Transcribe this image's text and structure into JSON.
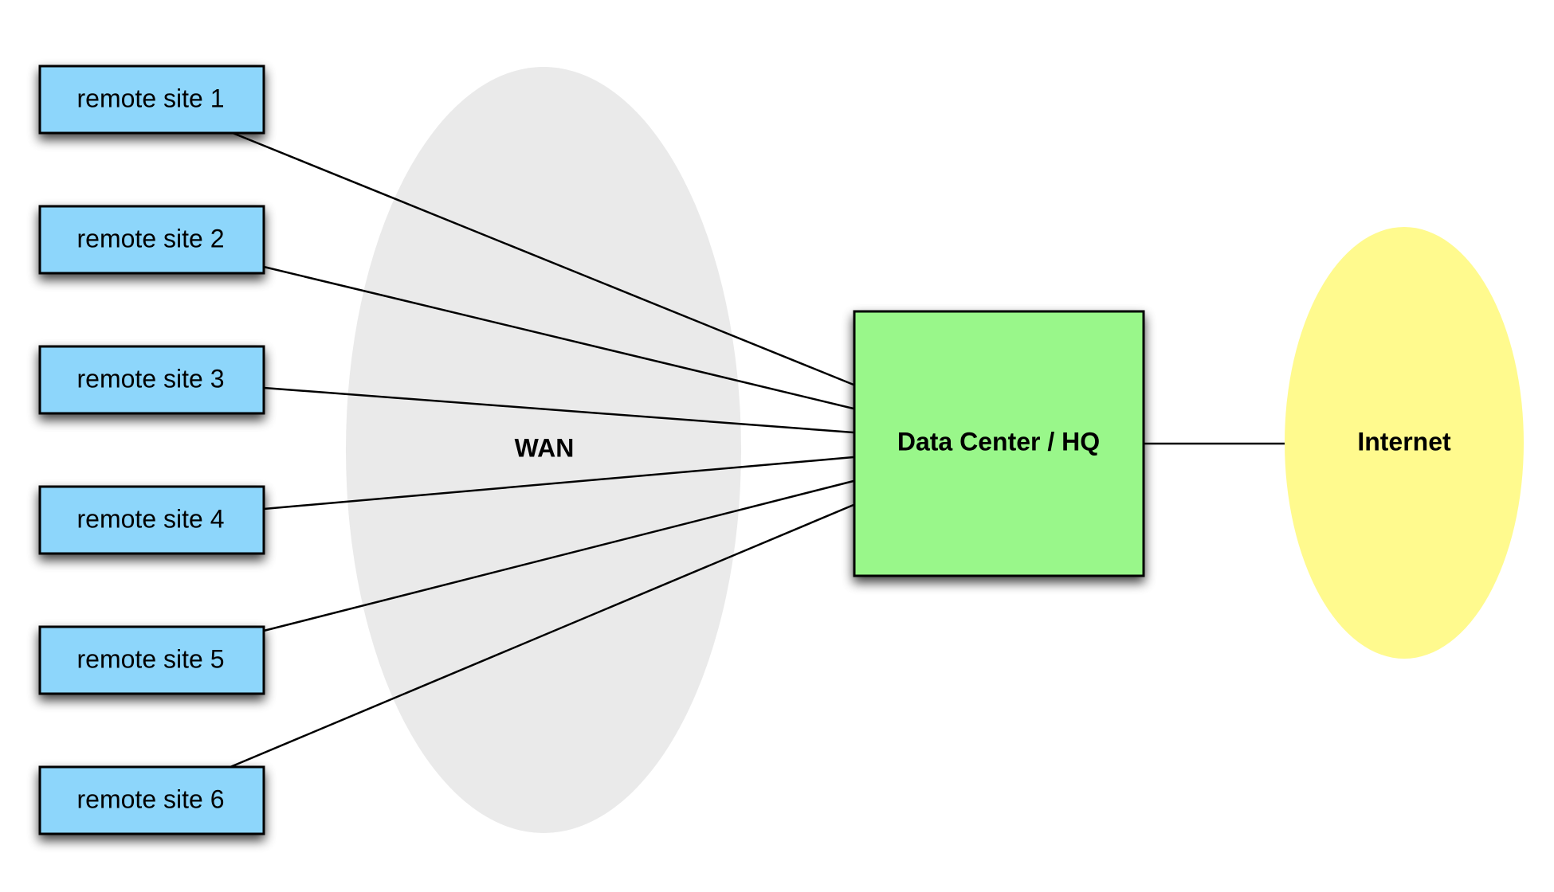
{
  "diagram": {
    "type": "network-topology",
    "colors": {
      "remote_site_fill": "#8DD6FB",
      "hq_fill": "#99F78A",
      "wan_fill": "#EAEAEA",
      "internet_fill": "#FFFA8E",
      "stroke": "#000000"
    },
    "wan": {
      "label": "WAN"
    },
    "hq": {
      "label": "Data Center / HQ"
    },
    "internet": {
      "label": "Internet"
    },
    "remote_sites": [
      {
        "id": "site1",
        "label": "remote site 1"
      },
      {
        "id": "site2",
        "label": "remote site 2"
      },
      {
        "id": "site3",
        "label": "remote site 3"
      },
      {
        "id": "site4",
        "label": "remote site 4"
      },
      {
        "id": "site5",
        "label": "remote site 5"
      },
      {
        "id": "site6",
        "label": "remote site 6"
      }
    ],
    "connections": [
      {
        "from": "site1",
        "to": "hq",
        "via": "WAN"
      },
      {
        "from": "site2",
        "to": "hq",
        "via": "WAN"
      },
      {
        "from": "site3",
        "to": "hq",
        "via": "WAN"
      },
      {
        "from": "site4",
        "to": "hq",
        "via": "WAN"
      },
      {
        "from": "site5",
        "to": "hq",
        "via": "WAN"
      },
      {
        "from": "site6",
        "to": "hq",
        "via": "WAN"
      },
      {
        "from": "hq",
        "to": "internet"
      }
    ]
  }
}
